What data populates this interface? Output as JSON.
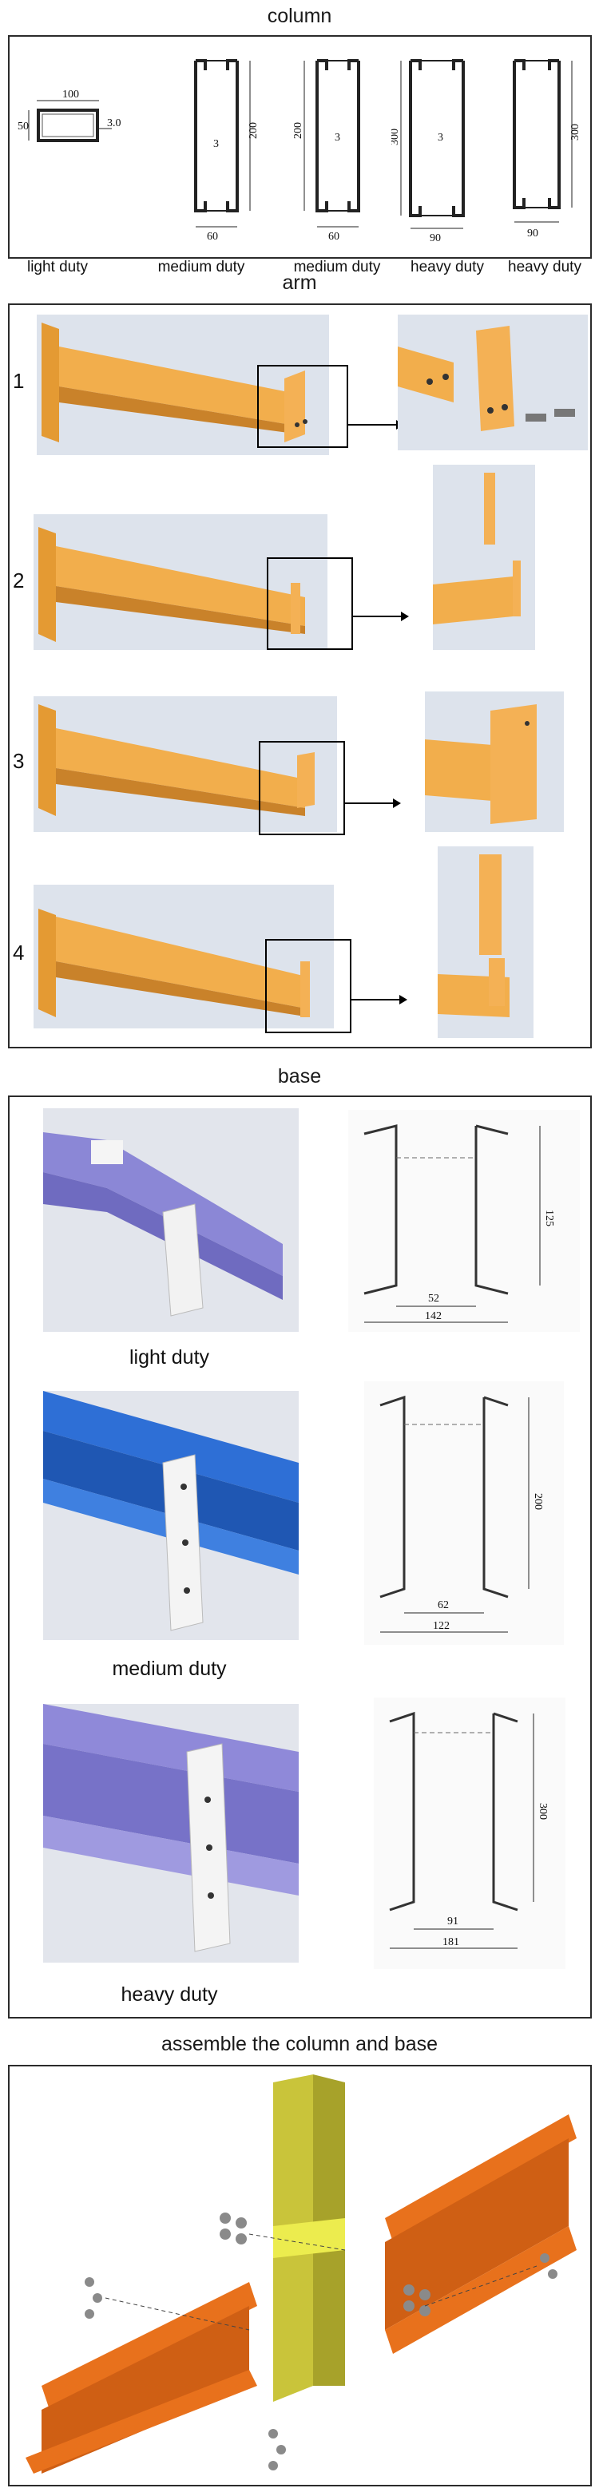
{
  "sections": {
    "column": "column",
    "arm": "arm",
    "base": "base",
    "assemble": "assemble the column and base"
  },
  "column": {
    "labels": [
      "light duty",
      "medium duty",
      "medium duty",
      "heavy duty",
      "heavy duty"
    ],
    "dims": {
      "light": {
        "w": "100",
        "h": "50",
        "t": "3.0"
      },
      "med1": {
        "h": "200",
        "t": "3",
        "w": "60"
      },
      "med2": {
        "h": "200",
        "t": "3",
        "w": "60"
      },
      "heavy1": {
        "h": "300",
        "t": "3",
        "w": "90"
      },
      "heavy2": {
        "h": "300",
        "w": "90"
      }
    }
  },
  "arm": {
    "numbers": [
      "1",
      "2",
      "3",
      "4"
    ]
  },
  "base": {
    "labels": [
      "light duty",
      "medium duty",
      "heavy duty"
    ],
    "dims": {
      "light": {
        "h": "125",
        "inner": "52",
        "outer": "142"
      },
      "medium": {
        "h": "200",
        "inner": "62",
        "outer": "122"
      },
      "heavy": {
        "h": "300",
        "inner": "91",
        "outer": "181"
      }
    }
  },
  "colors": {
    "arm_orange": "#f0a845",
    "base_light": "#8b87d6",
    "base_medium": "#2e6fd6",
    "base_heavy": "#8f89d9",
    "assembly_orange": "#e8711c",
    "assembly_yellow": "#c9c43a"
  }
}
